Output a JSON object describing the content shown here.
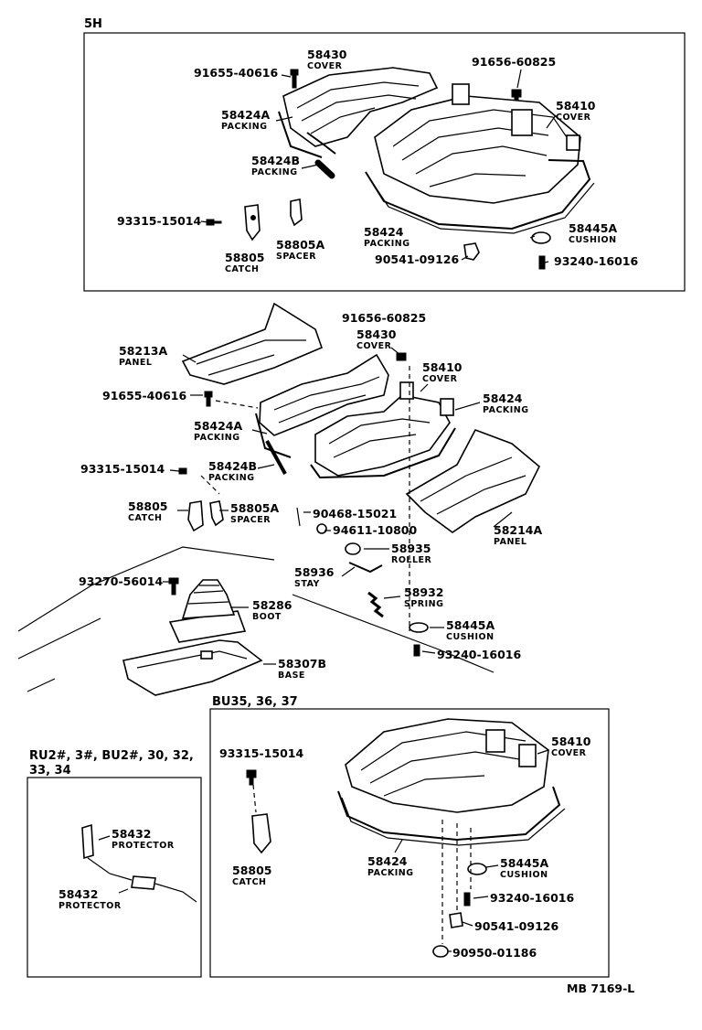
{
  "sections": {
    "s5h": "5H",
    "sbu": "BU35, 36, 37",
    "sru1": "RU2#, 3#, BU2#, 30, 32,",
    "sru2": "33, 34"
  },
  "footer": "MB 7169-L",
  "labels": {
    "a1": {
      "pn": "58430",
      "nm": "COVER"
    },
    "a2": {
      "pn": "91655-40616",
      "nm": ""
    },
    "a3": {
      "pn": "91656-60825",
      "nm": ""
    },
    "a4": {
      "pn": "58410",
      "nm": "COVER"
    },
    "a5": {
      "pn": "58424A",
      "nm": "PACKING"
    },
    "a6": {
      "pn": "58424B",
      "nm": "PACKING"
    },
    "a7": {
      "pn": "93315-15014",
      "nm": ""
    },
    "a8": {
      "pn": "58424",
      "nm": "PACKING"
    },
    "a9": {
      "pn": "58445A",
      "nm": "CUSHION"
    },
    "a10": {
      "pn": "58805",
      "nm": "CATCH"
    },
    "a11": {
      "pn": "58805A",
      "nm": "SPACER"
    },
    "a12": {
      "pn": "90541-09126",
      "nm": ""
    },
    "a13": {
      "pn": "93240-16016",
      "nm": ""
    },
    "b1": {
      "pn": "91656-60825",
      "nm": ""
    },
    "b2": {
      "pn": "58430",
      "nm": "COVER"
    },
    "b3": {
      "pn": "58213A",
      "nm": "PANEL"
    },
    "b4": {
      "pn": "58410",
      "nm": "COVER"
    },
    "b5": {
      "pn": "91655-40616",
      "nm": ""
    },
    "b6": {
      "pn": "58424",
      "nm": "PACKING"
    },
    "b7": {
      "pn": "58424A",
      "nm": "PACKING"
    },
    "b8": {
      "pn": "93315-15014",
      "nm": ""
    },
    "b9": {
      "pn": "58424B",
      "nm": "PACKING"
    },
    "b10": {
      "pn": "58805",
      "nm": "CATCH"
    },
    "b11": {
      "pn": "58805A",
      "nm": "SPACER"
    },
    "b12": {
      "pn": "90468-15021",
      "nm": ""
    },
    "b13": {
      "pn": "94611-10800",
      "nm": ""
    },
    "b14": {
      "pn": "58214A",
      "nm": "PANEL"
    },
    "b15": {
      "pn": "58935",
      "nm": "ROLLER"
    },
    "b16": {
      "pn": "93270-56014",
      "nm": ""
    },
    "b17": {
      "pn": "58936",
      "nm": "STAY"
    },
    "b18": {
      "pn": "58932",
      "nm": "SPRING"
    },
    "b19": {
      "pn": "58286",
      "nm": "BOOT"
    },
    "b20": {
      "pn": "58445A",
      "nm": "CUSHION"
    },
    "b21": {
      "pn": "93240-16016",
      "nm": ""
    },
    "b22": {
      "pn": "58307B",
      "nm": "BASE"
    },
    "c1": {
      "pn": "93315-15014",
      "nm": ""
    },
    "c2": {
      "pn": "58410",
      "nm": "COVER"
    },
    "c3": {
      "pn": "58805",
      "nm": "CATCH"
    },
    "c4": {
      "pn": "58424",
      "nm": "PACKING"
    },
    "c5": {
      "pn": "58445A",
      "nm": "CUSHION"
    },
    "c6": {
      "pn": "93240-16016",
      "nm": ""
    },
    "c7": {
      "pn": "90541-09126",
      "nm": ""
    },
    "c8": {
      "pn": "90950-01186",
      "nm": ""
    },
    "d1": {
      "pn": "58432",
      "nm": "PROTECTOR"
    },
    "d2": {
      "pn": "58432",
      "nm": "PROTECTOR"
    }
  }
}
